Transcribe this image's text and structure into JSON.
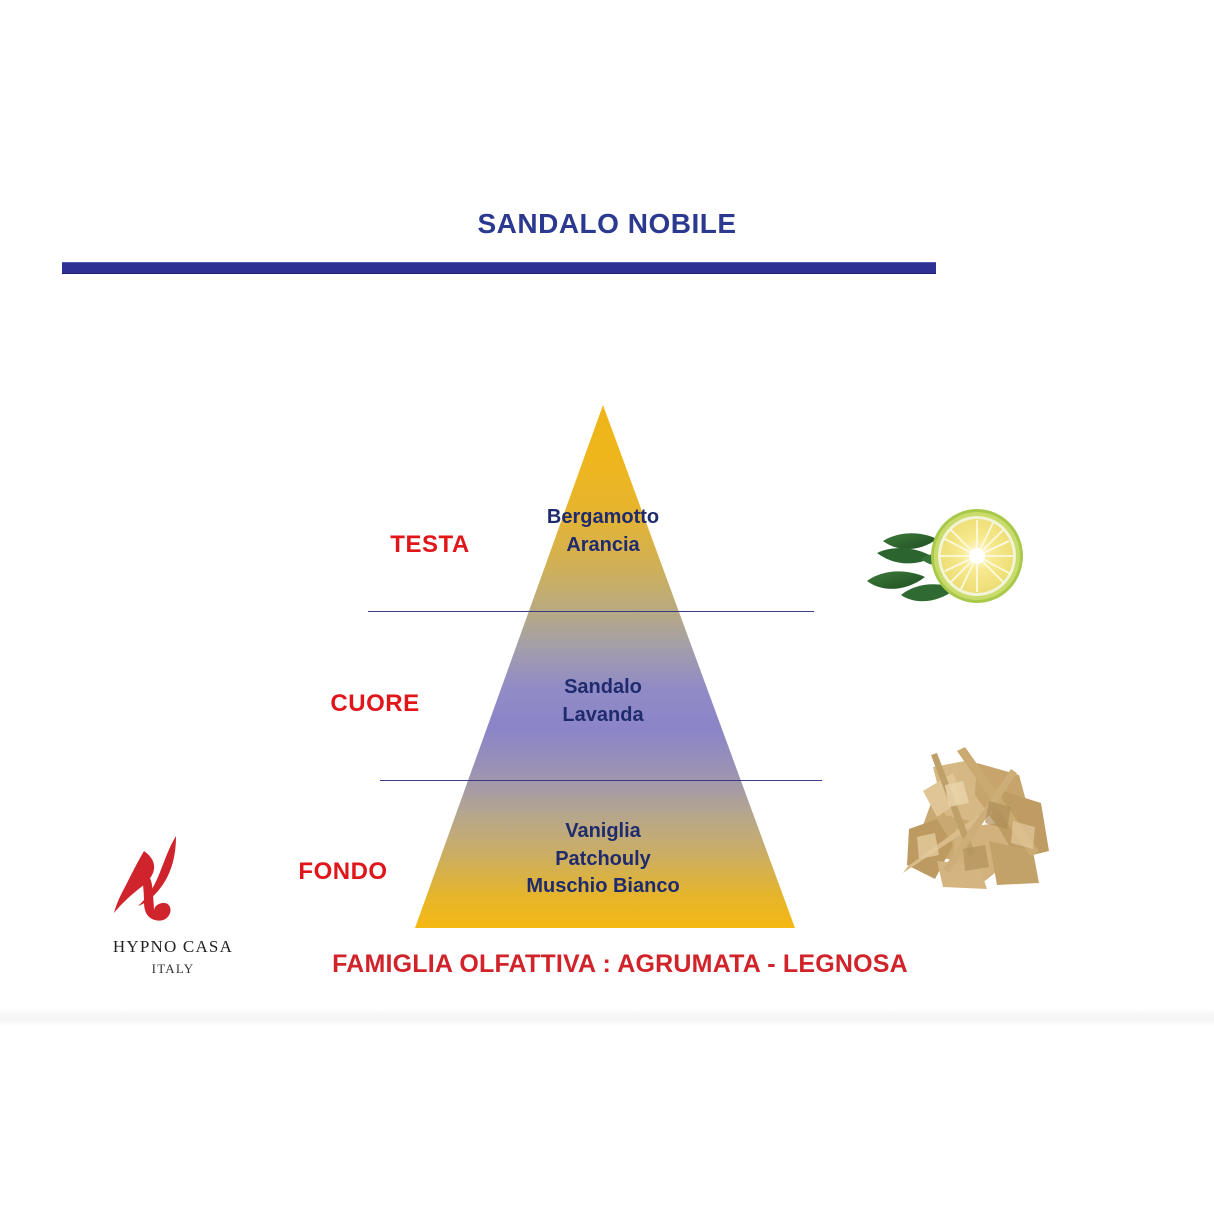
{
  "header": {
    "title": "SANDALO NOBILE",
    "rule_color": "#2E3192",
    "title_color": "#2B3990"
  },
  "pyramid": {
    "accent_red": "#E0161B",
    "note_text_color": "#1F2B6C",
    "gradient_top_color": "#F0B91E",
    "gradient_mid_color": "#8F89C8",
    "gradient_bottom_color": "#F5B914",
    "levels": [
      {
        "stage": "TESTA",
        "notes": [
          "Bergamotto",
          "Arancia"
        ]
      },
      {
        "stage": "CUORE",
        "notes": [
          "Sandalo",
          "Lavanda"
        ]
      },
      {
        "stage": "FONDO",
        "notes": [
          "Vaniglia",
          "Patchouly",
          "Muschio Bianco"
        ]
      }
    ]
  },
  "family": {
    "caption": "FAMIGLIA OLFATTIVA : AGRUMATA - LEGNOSA",
    "color": "#D1232A"
  },
  "logo": {
    "mark": "flame-icon",
    "name": "HYPNO CASA",
    "country": "ITALY",
    "mark_color": "#D0242C"
  },
  "images": [
    {
      "name": "citrus-bergamot-photo",
      "alt": "Halved bergamot citrus fruit with green leaves"
    },
    {
      "name": "sandalwood-chips-photo",
      "alt": "Pile of dried sandalwood chips and sticks"
    }
  ]
}
